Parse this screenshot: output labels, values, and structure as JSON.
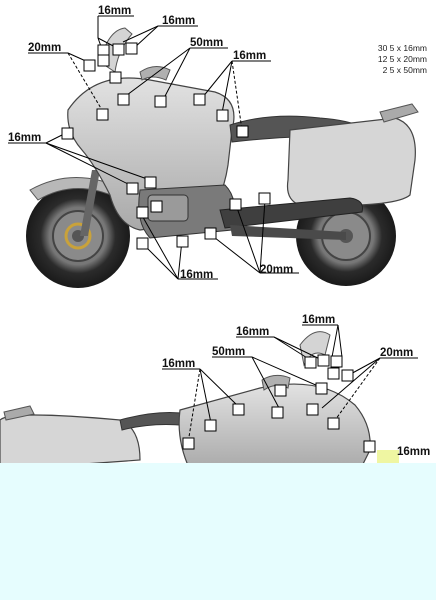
{
  "legend": {
    "lines": [
      "30 5 x 16mm",
      "12 5 x 20mm",
      "2 5 x 50mm"
    ]
  },
  "top_view": {
    "labels": [
      "16mm",
      "16mm",
      "20mm",
      "50mm",
      "16mm",
      "16mm",
      "16mm",
      "20mm"
    ]
  },
  "bottom_view": {
    "labels": [
      "16mm",
      "16mm",
      "20mm",
      "50mm",
      "16mm",
      "16mm"
    ]
  },
  "colors": {
    "body": "#c8c8c8",
    "dark": "#3a3a3a",
    "tire": "#2e2e2e",
    "marker": "#ffffff",
    "text": "#111111",
    "blank": "#e6fdfe"
  }
}
